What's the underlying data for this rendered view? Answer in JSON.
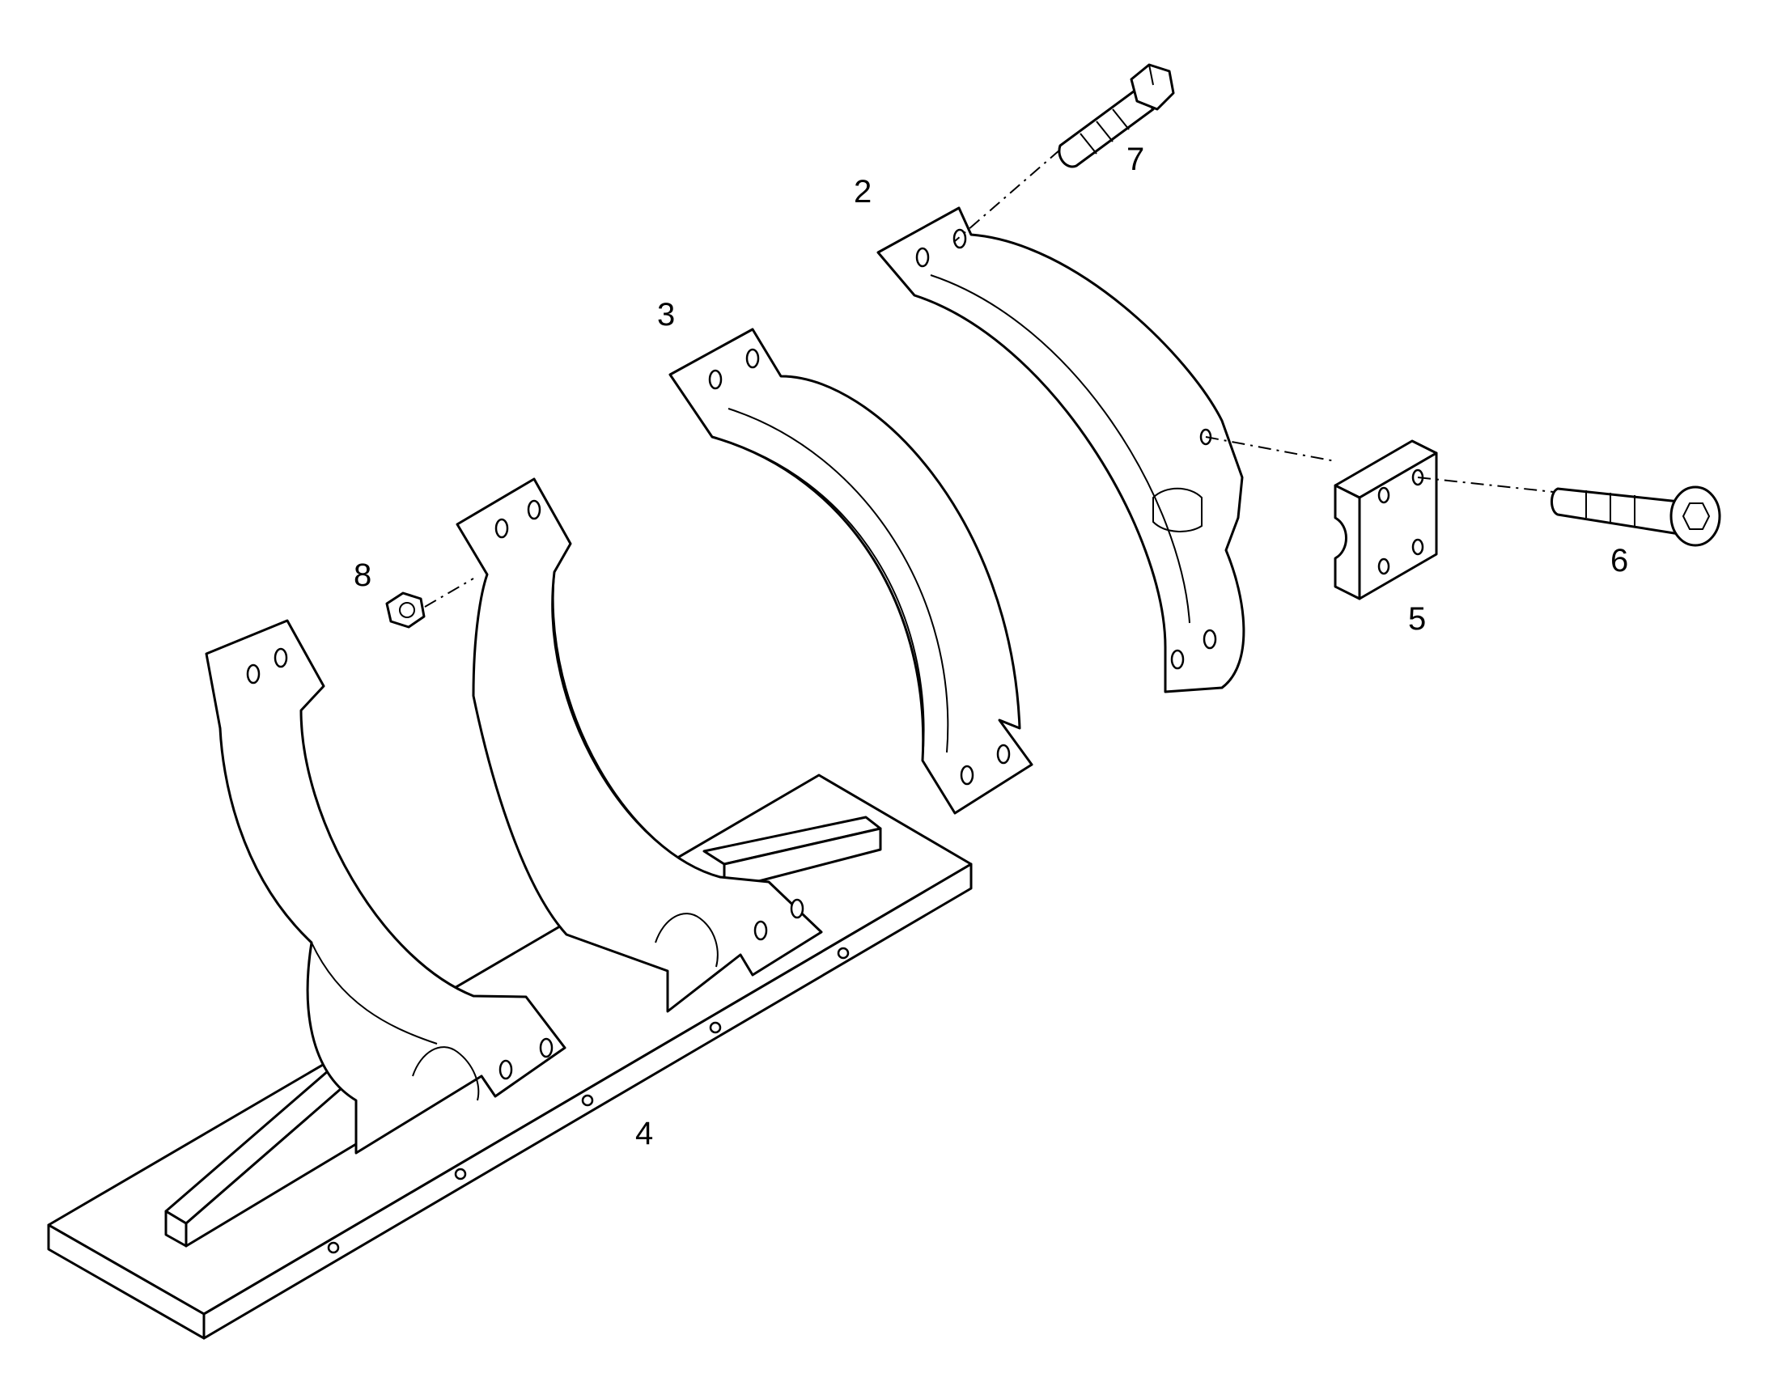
{
  "callouts": {
    "bracket_upper_2": "2",
    "bracket_upper_3": "3",
    "base_frame_4": "4",
    "clamp_block_5": "5",
    "socket_screw_6": "6",
    "hex_bolt_7": "7",
    "hex_nut_8": "8"
  }
}
